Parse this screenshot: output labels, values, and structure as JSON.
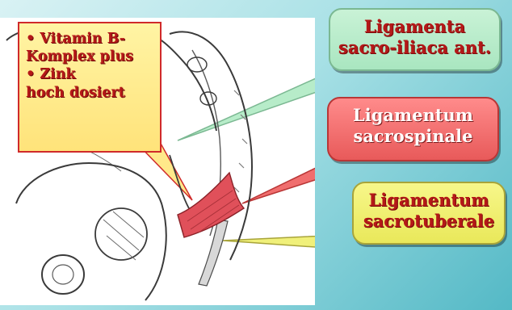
{
  "colors": {
    "background_start": "#d9f2f4",
    "background_end": "#54b9c6",
    "green_callout": "#b7ecc9",
    "red_callout": "#f06e6e",
    "yellow_callout": "#f0f07a",
    "infobox": "#ffe98a",
    "ligament": "#e0505a",
    "text_red": "#b51818"
  },
  "infobox": {
    "lines": [
      "• Vitamin B-",
      "Komplex plus",
      "• Zink",
      "hoch dosiert"
    ]
  },
  "callouts": {
    "sacroiliac": {
      "line1": "Ligamenta",
      "line2": "sacro-iliaca ant."
    },
    "sacrospinale": {
      "line1": "Ligamentum",
      "line2": "sacrospinale"
    },
    "sacrotuberale": {
      "line1": "Ligamentum",
      "line2": "sacrotuberale"
    }
  },
  "icons": {
    "illustration": "pelvis-anatomy-illustration"
  }
}
